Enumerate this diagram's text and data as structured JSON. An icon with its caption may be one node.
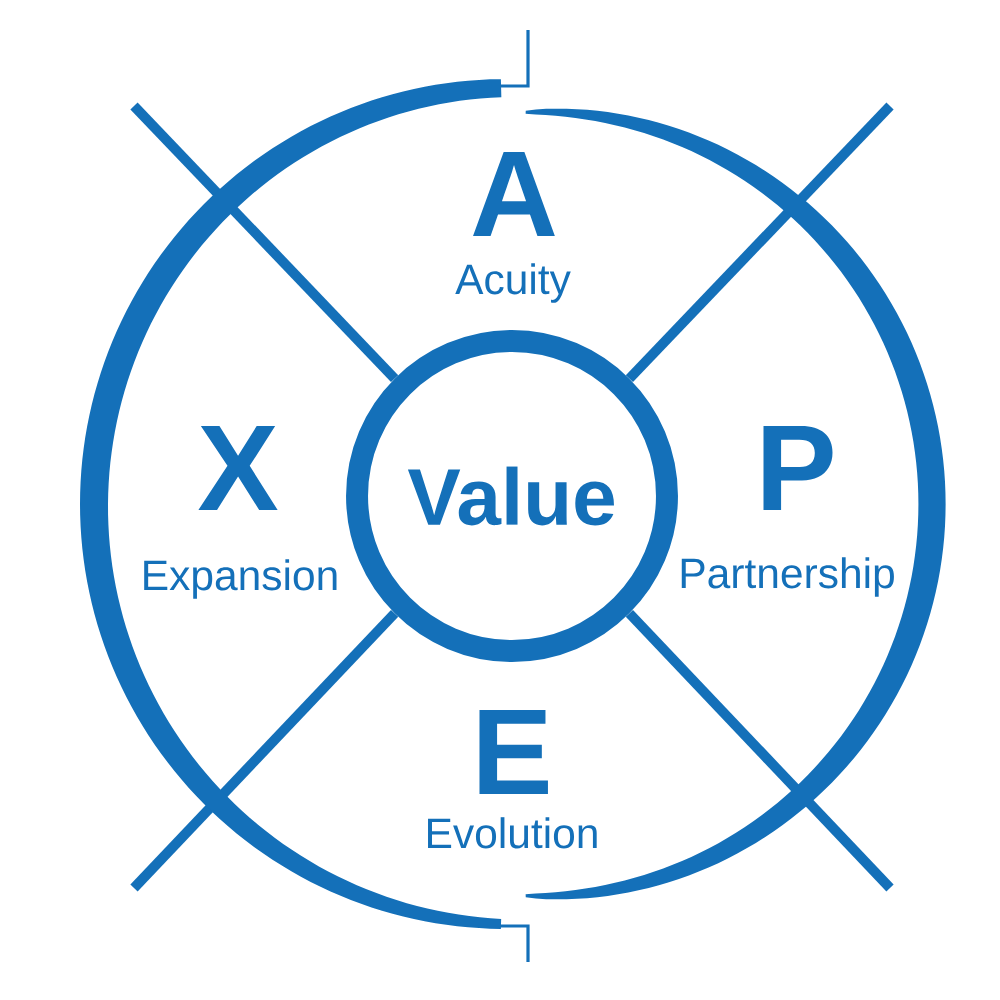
{
  "diagram": {
    "nodes": [
      {
        "text": [],
        "shape": "circle"
      },
      {
        "text": [
          "Value"
        ],
        "in": 0
      }
    ],
    "labels": [
      "A",
      "Acuity",
      "X",
      "P",
      "Expansion",
      "Partnership",
      "E",
      "Evolution"
    ]
  }
}
